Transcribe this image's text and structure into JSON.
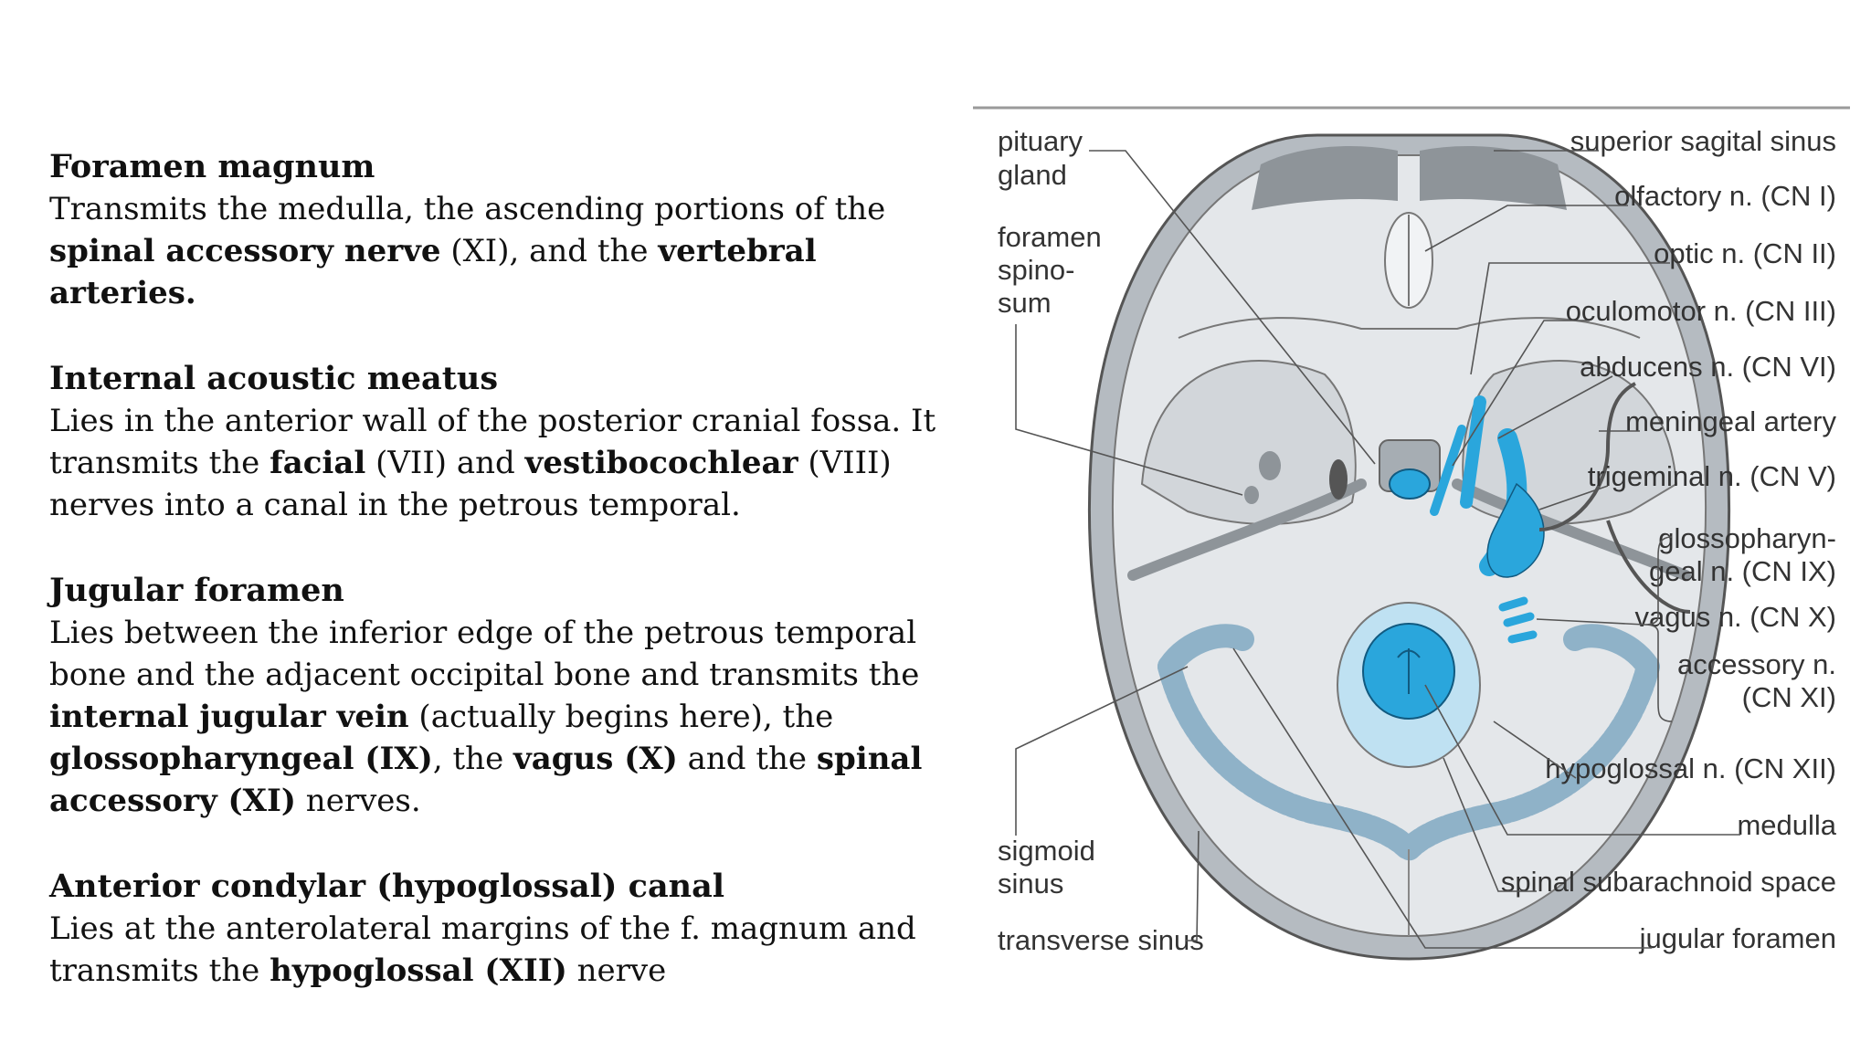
{
  "sections": [
    {
      "heading": "Foramen magnum",
      "body": [
        {
          "t": "Transmits the medulla, the ascending portions of the ",
          "b": false
        },
        {
          "t": "spinal accessory nerve",
          "b": true
        },
        {
          "t": " (XI), and the ",
          "b": false
        },
        {
          "t": "vertebral arteries.",
          "b": true
        }
      ]
    },
    {
      "heading": "Internal acoustic meatus",
      "body": [
        {
          "t": "Lies in the anterior wall of the posterior cranial fossa. It transmits the ",
          "b": false
        },
        {
          "t": "facial",
          "b": true
        },
        {
          "t": " (VII) and ",
          "b": false
        },
        {
          "t": "vestibocochlear",
          "b": true
        },
        {
          "t": " (VIII) nerves into a canal in the petrous temporal.",
          "b": false
        }
      ]
    },
    {
      "heading": "Jugular foramen",
      "body": [
        {
          "t": "Lies between the inferior edge of the petrous temporal bone and the adjacent occipital bone and transmits the ",
          "b": false
        },
        {
          "t": "internal jugular vein",
          "b": true
        },
        {
          "t": " (actually begins here), the ",
          "b": false
        },
        {
          "t": "glossopharyngeal (IX)",
          "b": true
        },
        {
          "t": ", the ",
          "b": false
        },
        {
          "t": "vagus (X)",
          "b": true
        },
        {
          "t": " and the ",
          "b": false
        },
        {
          "t": "spinal accessory (XI)",
          "b": true
        },
        {
          "t": " nerves.",
          "b": false
        }
      ]
    },
    {
      "heading": "Anterior condylar (hypoglossal) canal",
      "body": [
        {
          "t": "Lies at the anterolateral margins of the f. magnum and transmits the ",
          "b": false
        },
        {
          "t": "hypoglossal (XII)",
          "b": true
        },
        {
          "t": " nerve",
          "b": false
        }
      ]
    }
  ],
  "diagram": {
    "left_labels": {
      "pituary_1": "pituary",
      "pituary_2": "gland",
      "spinosum_1": "foramen",
      "spinosum_2": "spino-",
      "spinosum_3": "sum",
      "sigmoid_1": "sigmoid",
      "sigmoid_2": "sinus",
      "transverse": "transverse sinus"
    },
    "right_labels": {
      "superior_sagital": "superior sagital sinus",
      "olfactory": "olfactory n. (CN I)",
      "optic": "optic n. (CN II)",
      "oculomotor": "oculomotor n. (CN III)",
      "abducens": "abducens n. (CN VI)",
      "meningeal": "meningeal artery",
      "trigeminal": "trigeminal n. (CN V)",
      "glosso_1": "glossopharyn-",
      "glosso_2": "geal n. (CN IX)",
      "vagus": "vagus n. (CN X)",
      "accessory_1": "accessory n.",
      "accessory_2": "(CN XI)",
      "hypoglossal": "hypoglossal n. (CN XII)",
      "medulla": "medulla",
      "spinal_sub": "spinal subarachnoid space",
      "jugular": "jugular foramen"
    },
    "colors": {
      "nerve_blue": "#2aa6dc",
      "bone_light": "#e4e7ea",
      "bone_mid": "#c9ced3",
      "bone_dark": "#8e9499",
      "sinus_blue": "#8fb2c8"
    }
  }
}
